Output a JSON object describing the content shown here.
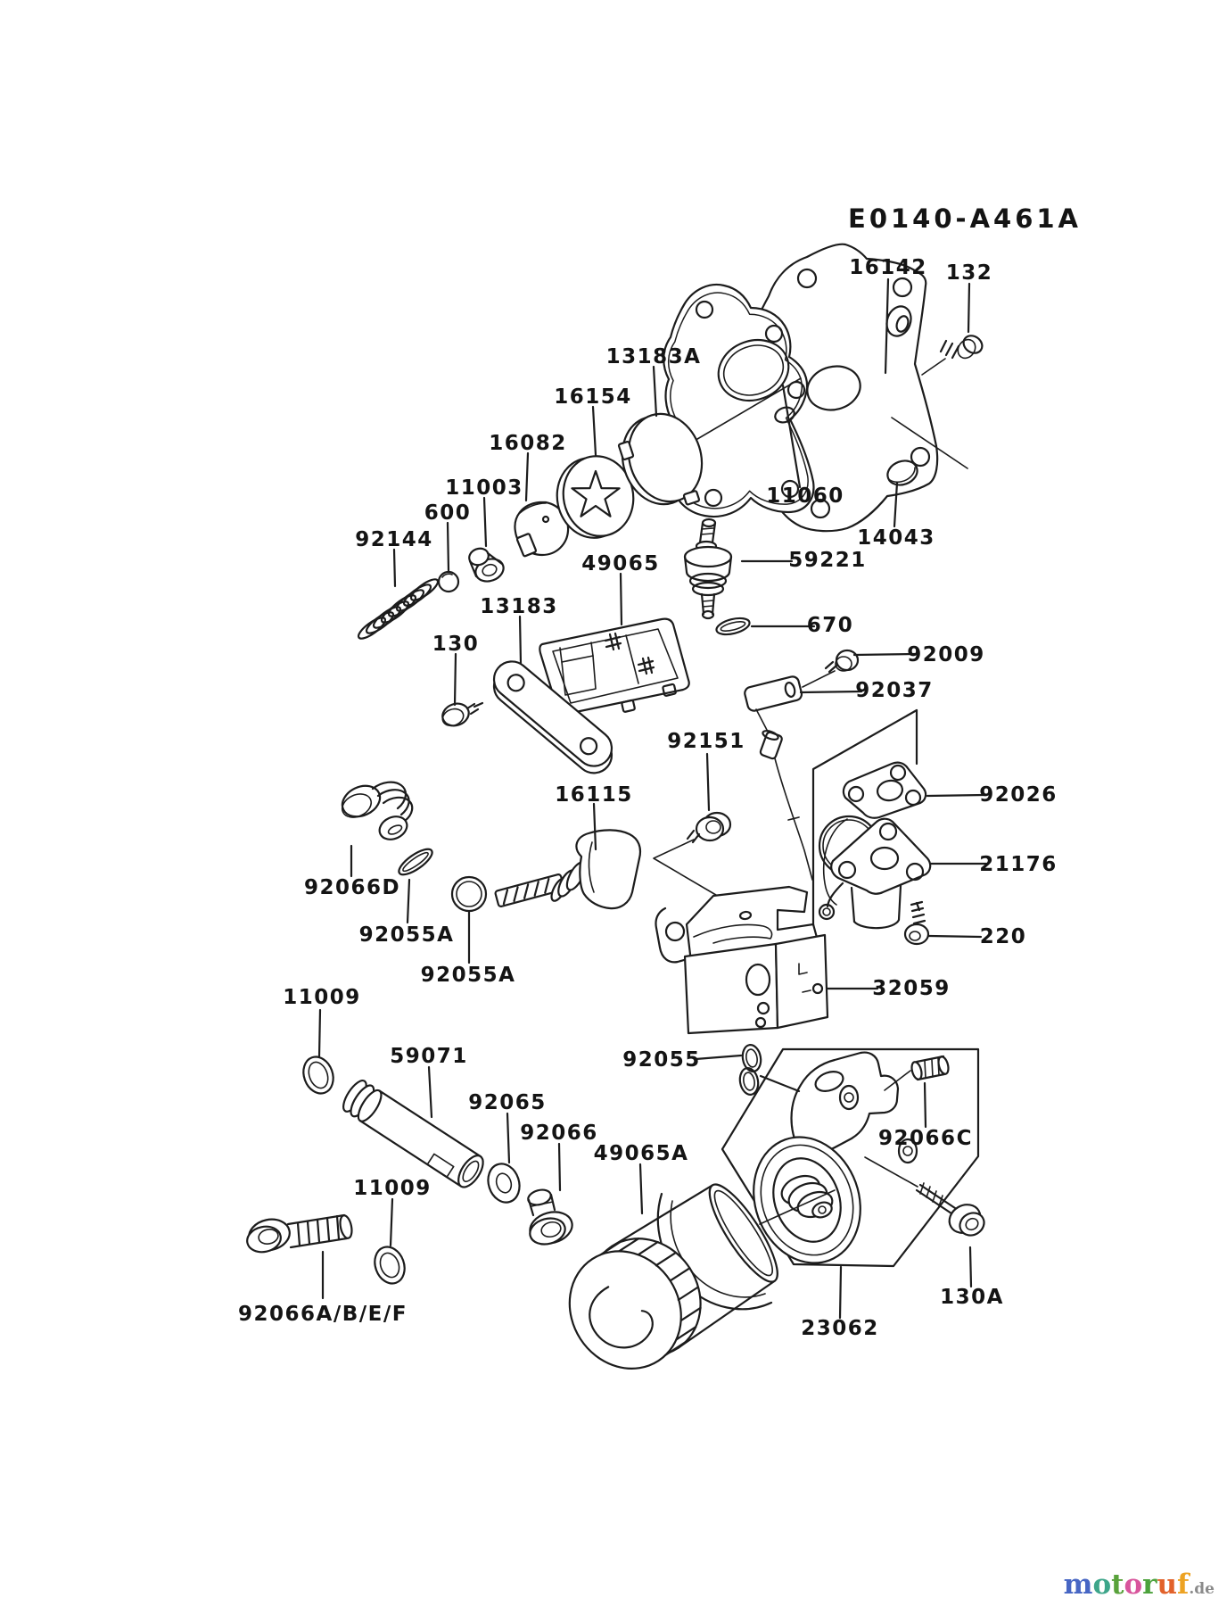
{
  "diagram": {
    "code": "E0140-A461A",
    "kind": "exploded-parts-diagram",
    "line_color": "#1c1c1c",
    "background_color": "#ffffff"
  },
  "callouts": [
    {
      "ref": "16142"
    },
    {
      "ref": "132"
    },
    {
      "ref": "13183A"
    },
    {
      "ref": "16154"
    },
    {
      "ref": "16082"
    },
    {
      "ref": "11003"
    },
    {
      "ref": "600"
    },
    {
      "ref": "92144"
    },
    {
      "ref": "11060"
    },
    {
      "ref": "14043"
    },
    {
      "ref": "59221"
    },
    {
      "ref": "670"
    },
    {
      "ref": "49065"
    },
    {
      "ref": "13183"
    },
    {
      "ref": "130"
    },
    {
      "ref": "92009"
    },
    {
      "ref": "92037"
    },
    {
      "ref": "92151"
    },
    {
      "ref": "92026"
    },
    {
      "ref": "21176"
    },
    {
      "ref": "220"
    },
    {
      "ref": "32059"
    },
    {
      "ref": "16115"
    },
    {
      "ref": "92066D"
    },
    {
      "ref": "92055A"
    },
    {
      "ref": "92055A"
    },
    {
      "ref": "11009"
    },
    {
      "ref": "59071"
    },
    {
      "ref": "92065"
    },
    {
      "ref": "92066"
    },
    {
      "ref": "92055"
    },
    {
      "ref": "49065A"
    },
    {
      "ref": "11009"
    },
    {
      "ref": "92066C"
    },
    {
      "ref": "130A"
    },
    {
      "ref": "92066A/B/E/F"
    },
    {
      "ref": "23062"
    }
  ],
  "watermark": {
    "letters": [
      {
        "ch": "m",
        "color": "#4766c4"
      },
      {
        "ch": "o",
        "color": "#3da58a"
      },
      {
        "ch": "t",
        "color": "#59a23b"
      },
      {
        "ch": "o",
        "color": "#d8559c"
      },
      {
        "ch": "r",
        "color": "#4ca23c"
      },
      {
        "ch": "u",
        "color": "#e2622b"
      },
      {
        "ch": "f",
        "color": "#eda323"
      }
    ],
    "suffix": {
      "text": ".de",
      "color": "#8b8b8b"
    }
  }
}
